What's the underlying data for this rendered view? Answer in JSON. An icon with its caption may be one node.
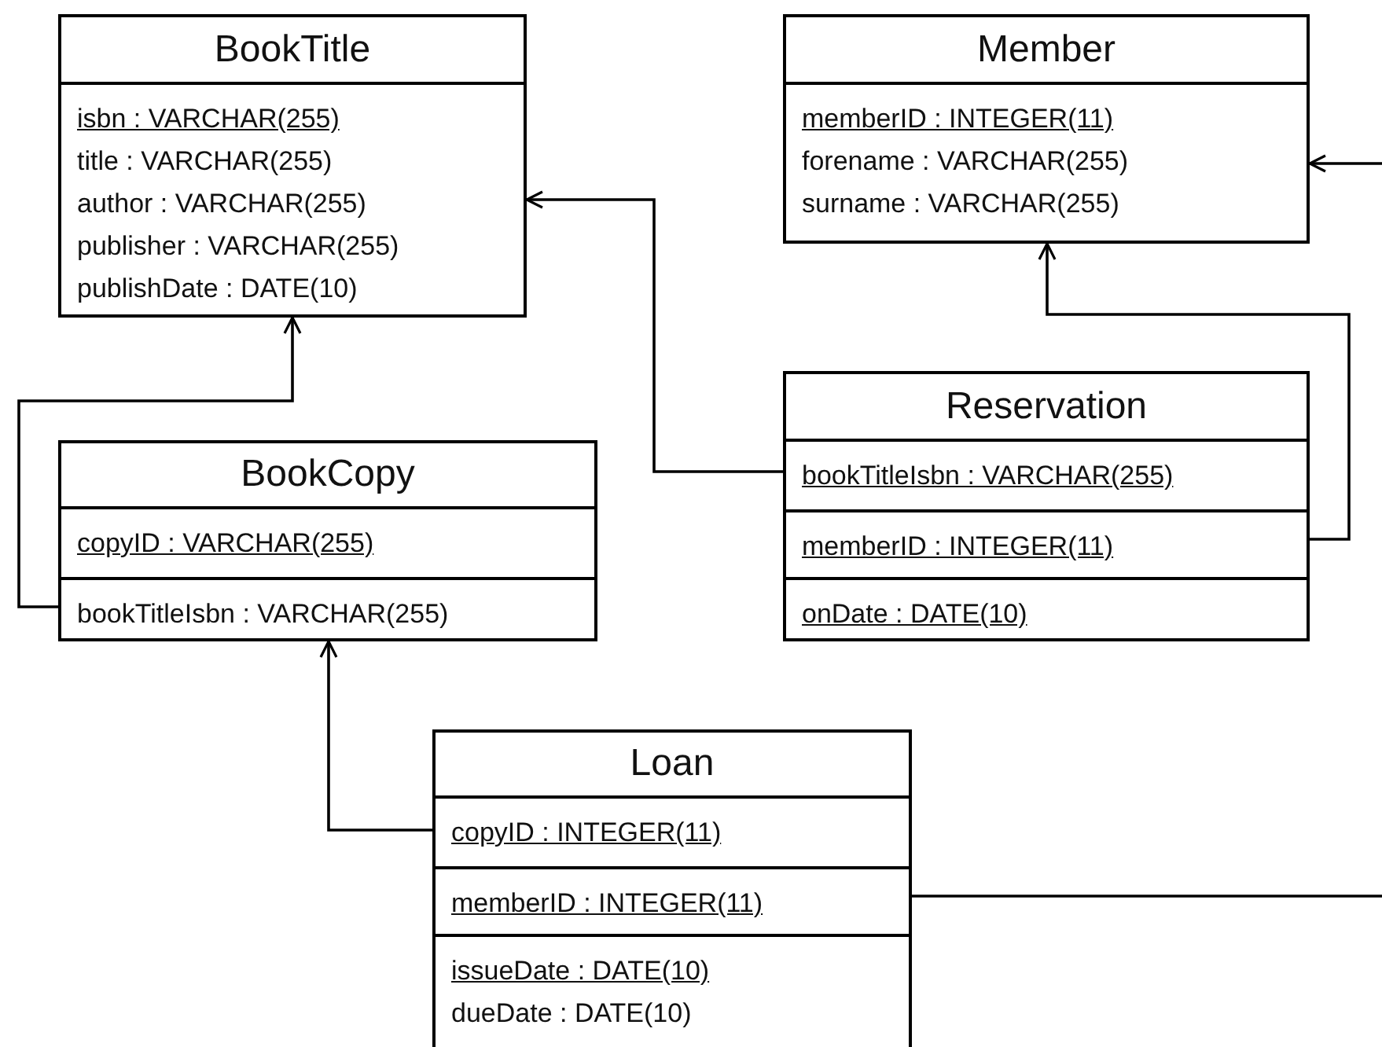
{
  "diagram": {
    "nodes": [
      {
        "text": [
          "BookTitle",
          "isbn : VARCHAR(255)",
          "title : VARCHAR(255)",
          "author : VARCHAR(255)",
          "publisher : VARCHAR(255)",
          "publishDate : DATE(10)"
        ]
      },
      {
        "text": [
          "Member",
          "memberID : INTEGER(11)",
          "forename : VARCHAR(255)",
          "surname : VARCHAR(255)"
        ]
      },
      {
        "text": [
          "Reservation",
          "bookTitleIsbn : VARCHAR(255)",
          "memberID : INTEGER(11)",
          "onDate : DATE(10)"
        ]
      },
      {
        "text": [
          "BookCopy",
          "copyID : VARCHAR(255)",
          "bookTitleIsbn : VARCHAR(255)"
        ]
      },
      {
        "text": [
          "Loan",
          "copyID : INTEGER(11)",
          "memberID : INTEGER(11)",
          "issueDate : DATE(10)",
          "dueDate : DATE(10)"
        ]
      }
    ],
    "edges": [
      {
        "from": 3,
        "to": 0,
        "arrow": "to"
      },
      {
        "from": 2,
        "to": 0,
        "arrow": "to"
      },
      {
        "from": 2,
        "to": 1,
        "arrow": "to"
      },
      {
        "from": 4,
        "to": 3,
        "arrow": "to"
      },
      {
        "from": 4,
        "to": 1,
        "arrow": "to"
      }
    ]
  }
}
